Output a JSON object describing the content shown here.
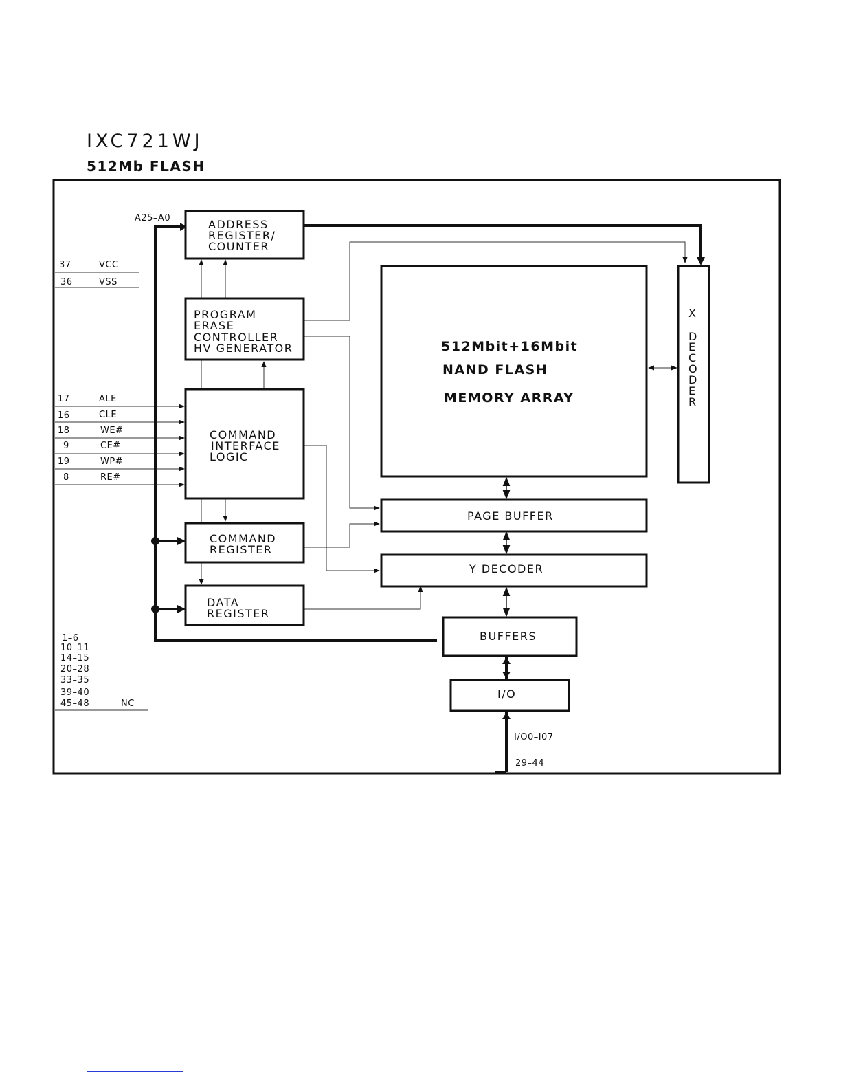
{
  "title": "IXC721WJ",
  "subtitle": "512Mb FLASH",
  "bus_label": "A25–A0",
  "blocks": {
    "address": [
      "ADDRESS",
      "REGISTER/",
      "COUNTER"
    ],
    "program": [
      "PROGRAM",
      "ERASE",
      "CONTROLLER",
      "HV GENERATOR"
    ],
    "command_interface": [
      "COMMAND",
      "INTERFACE",
      "LOGIC"
    ],
    "command_register": [
      "COMMAND",
      "REGISTER"
    ],
    "data_register": [
      "DATA",
      "REGISTER"
    ],
    "memory": [
      "512Mbit+16Mbit",
      "NAND FLASH",
      "MEMORY ARRAY"
    ],
    "page_buffer": "PAGE BUFFER",
    "y_decoder": "Y DECODER",
    "buffers": "BUFFERS",
    "io": "I/O",
    "x_decoder": [
      "X",
      "D",
      "E",
      "C",
      "O",
      "D",
      "E",
      "R"
    ]
  },
  "power_pins": [
    {
      "num": "37",
      "name": "VCC"
    },
    {
      "num": "36",
      "name": "VSS"
    }
  ],
  "control_pins": [
    {
      "num": "17",
      "name": "ALE"
    },
    {
      "num": "16",
      "name": "CLE"
    },
    {
      "num": "18",
      "name": "WE#"
    },
    {
      "num": "9",
      "name": "CE#"
    },
    {
      "num": "19",
      "name": "WP#"
    },
    {
      "num": "8",
      "name": "RE#"
    }
  ],
  "nc_pins": [
    "1–6",
    "10–11",
    "14–15",
    "20–28",
    "33–35",
    "39–40",
    "45–48"
  ],
  "nc_label": "NC",
  "io_pins_label": "I/O0–I07",
  "io_pin_numbers": "29–44"
}
